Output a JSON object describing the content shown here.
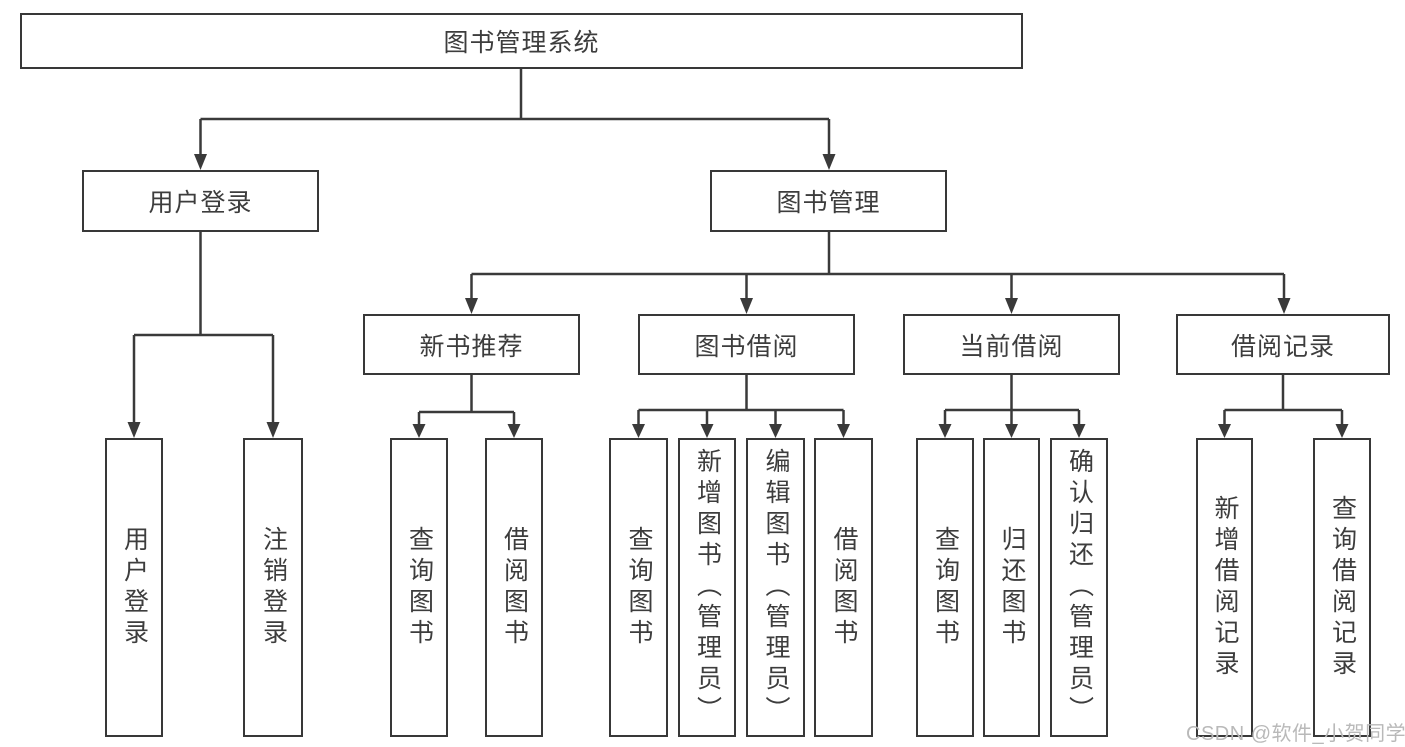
{
  "diagram": {
    "title": "图书管理系统",
    "level2": [
      {
        "label": "用户登录"
      },
      {
        "label": "图书管理"
      }
    ],
    "level3": [
      {
        "label": "新书推荐",
        "parent": "图书管理"
      },
      {
        "label": "图书借阅",
        "parent": "图书管理"
      },
      {
        "label": "当前借阅",
        "parent": "图书管理"
      },
      {
        "label": "借阅记录",
        "parent": "图书管理"
      }
    ],
    "leaves": [
      {
        "label": "用户登录",
        "parent": "用户登录"
      },
      {
        "label": "注销登录",
        "parent": "用户登录"
      },
      {
        "label": "查询图书",
        "parent": "新书推荐"
      },
      {
        "label": "借阅图书",
        "parent": "新书推荐"
      },
      {
        "label": "查询图书",
        "parent": "图书借阅"
      },
      {
        "label": "新增图书（管理员）",
        "parent": "图书借阅"
      },
      {
        "label": "编辑图书（管理员）",
        "parent": "图书借阅"
      },
      {
        "label": "借阅图书",
        "parent": "图书借阅"
      },
      {
        "label": "查询图书",
        "parent": "当前借阅"
      },
      {
        "label": "归还图书",
        "parent": "当前借阅"
      },
      {
        "label": "确认归还（管理员）",
        "parent": "当前借阅"
      },
      {
        "label": "新增借阅记录",
        "parent": "借阅记录"
      },
      {
        "label": "查询借阅记录",
        "parent": "借阅记录"
      }
    ],
    "watermark": "CSDN @软件_小贺同学",
    "colors": {
      "line": "#3a3a3a",
      "text": "#3d3d3d",
      "watermark": "#b9b9b9",
      "background": "#ffffff"
    }
  }
}
